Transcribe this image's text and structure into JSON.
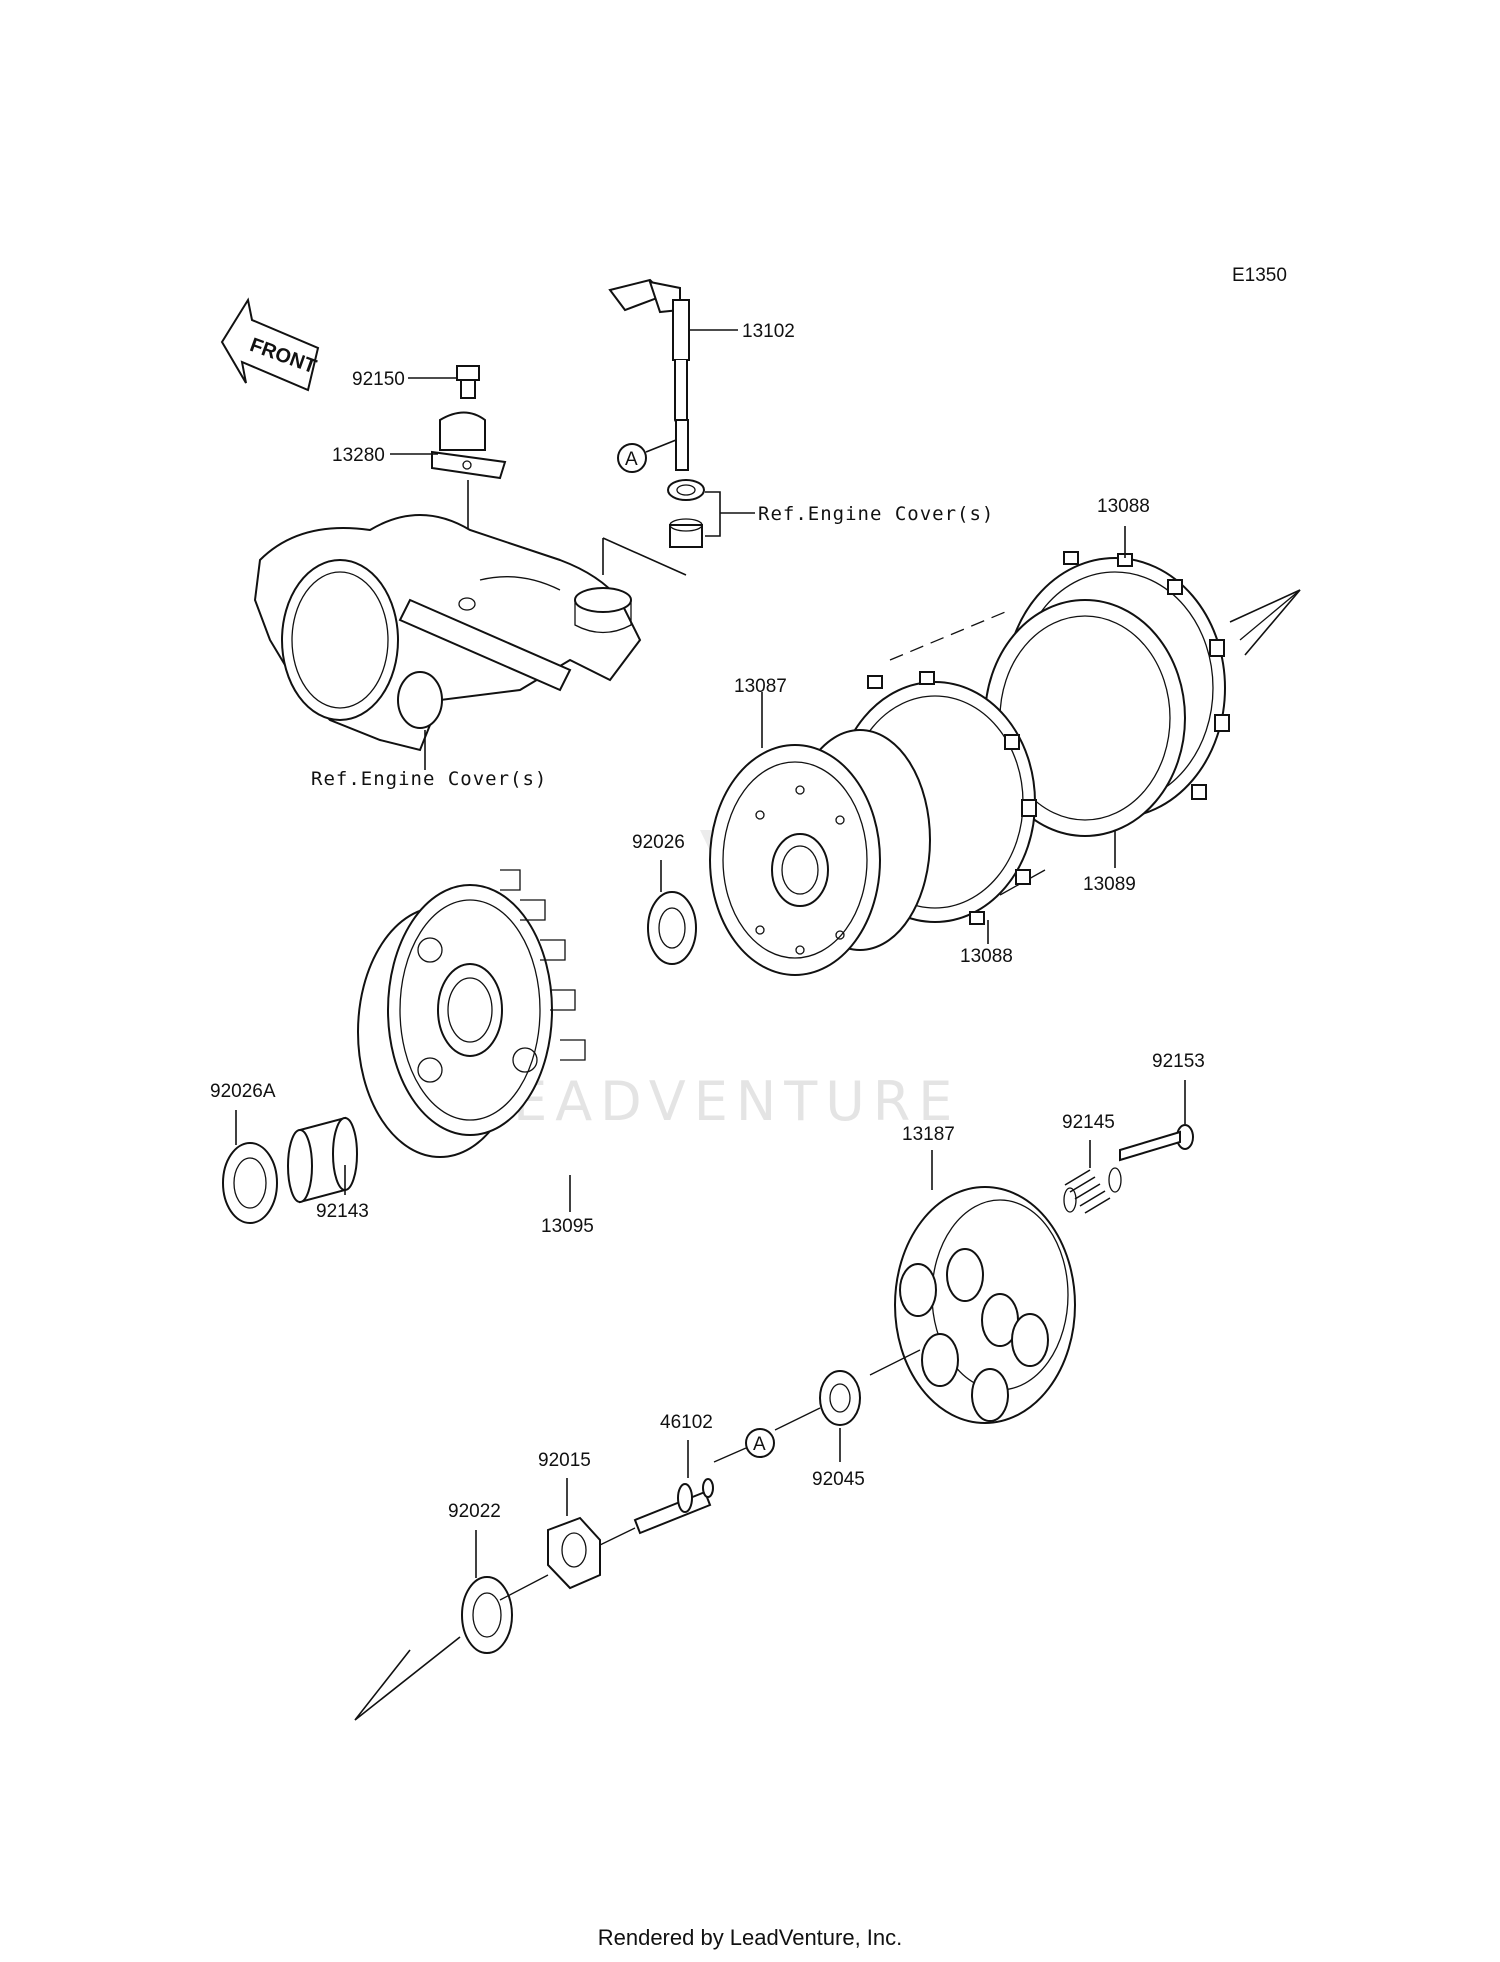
{
  "diagram_code": "E1350",
  "front_label": "FRONT",
  "ref_label": "Ref.Engine Cover(s)",
  "circle_marker": "A",
  "watermark": "LEADVENTURE",
  "footer": "Rendered by LeadVenture, Inc.",
  "parts": {
    "p92150": "92150",
    "p13280": "13280",
    "p13102": "13102",
    "p13088_top": "13088",
    "p13087": "13087",
    "p92026": "92026",
    "p13089": "13089",
    "p13088_bottom": "13088",
    "p92026A": "92026A",
    "p92143": "92143",
    "p13095": "13095",
    "p92153": "92153",
    "p92145": "92145",
    "p13187": "13187",
    "p46102": "46102",
    "p92015": "92015",
    "p92045": "92045",
    "p92022": "92022"
  }
}
